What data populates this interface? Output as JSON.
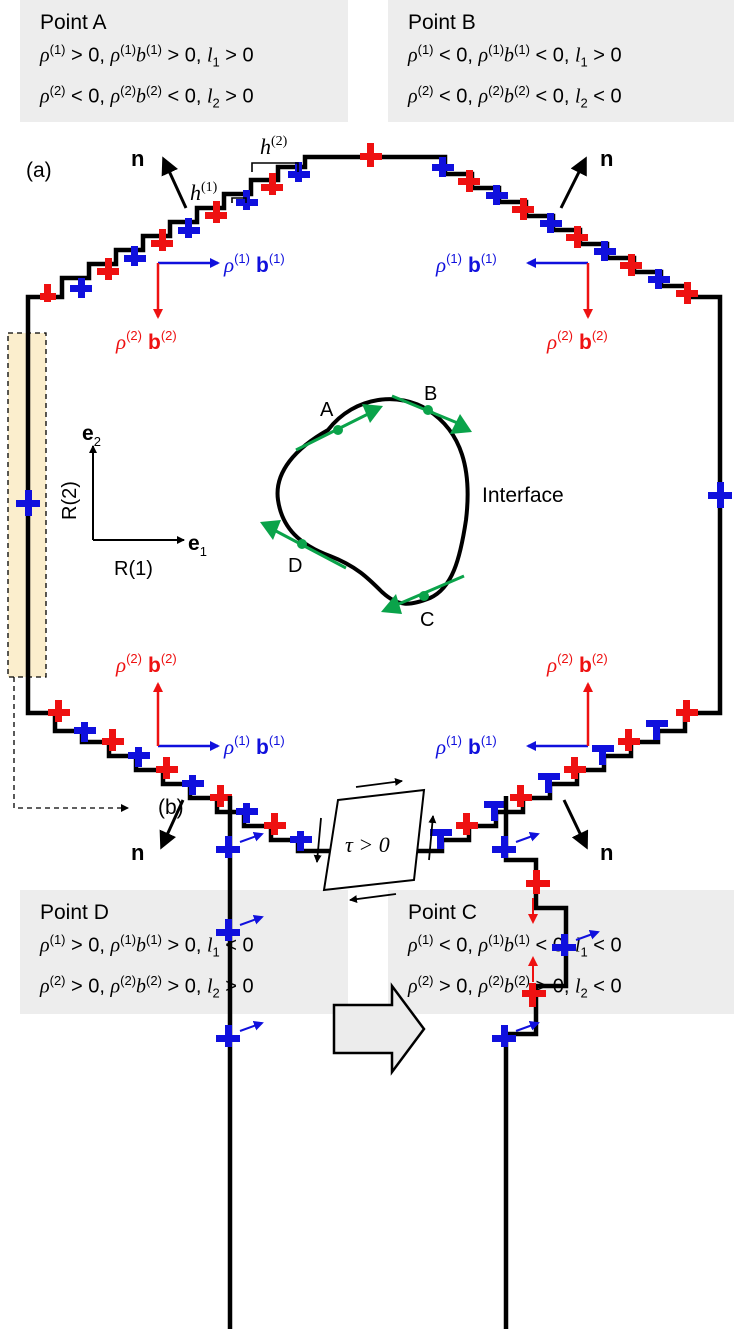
{
  "boxes": {
    "a": {
      "title": "Point A",
      "line1": [
        "ρ",
        "(1)",
        " > 0, ",
        "ρ",
        "(1)",
        "b",
        "(1)",
        " > 0, ",
        "l",
        "1",
        " > 0"
      ],
      "line2": [
        "ρ",
        "(2)",
        " < 0, ",
        "ρ",
        "(2)",
        "b",
        "(2)",
        " < 0, ",
        "l",
        "2",
        " > 0"
      ]
    },
    "b": {
      "title": "Point B",
      "line1": [
        "ρ",
        "(1)",
        " < 0, ",
        "ρ",
        "(1)",
        "b",
        "(1)",
        " < 0, ",
        "l",
        "1",
        " > 0"
      ],
      "line2": [
        "ρ",
        "(2)",
        " < 0, ",
        "ρ",
        "(2)",
        "b",
        "(2)",
        " < 0, ",
        "l",
        "2",
        " < 0"
      ]
    },
    "d": {
      "title": "Point D",
      "line1": [
        "ρ",
        "(1)",
        " > 0, ",
        "ρ",
        "(1)",
        "b",
        "(1)",
        " > 0, ",
        "l",
        "1",
        " < 0"
      ],
      "line2": [
        "ρ",
        "(2)",
        " > 0, ",
        "ρ",
        "(2)",
        "b",
        "(2)",
        " > 0, ",
        "l",
        "2",
        " > 0"
      ]
    },
    "c": {
      "title": "Point C",
      "line1": [
        "ρ",
        "(1)",
        " < 0, ",
        "ρ",
        "(1)",
        "b",
        "(1)",
        " < 0, ",
        "l",
        "1",
        " < 0"
      ],
      "line2": [
        "ρ",
        "(2)",
        " > 0, ",
        "ρ",
        "(2)",
        "b",
        "(2)",
        " > 0, ",
        "l",
        "2",
        " < 0"
      ]
    }
  },
  "labels": {
    "panel_a": "(a)",
    "panel_b": "(b)",
    "normal": "n",
    "h1": "h",
    "h1_sup": "(1)",
    "h2": "h",
    "h2_sup": "(2)",
    "rho": "ρ",
    "sup1": "(1)",
    "sup2": "(2)",
    "b": "b",
    "e1": "e",
    "e1_sub": "1",
    "e2": "e",
    "e2_sub": "2",
    "r1": "R(1)",
    "r2": "R(2)",
    "point_a": "A",
    "point_b": "B",
    "point_c": "C",
    "point_d": "D",
    "interface": "Interface",
    "tau": "τ > 0"
  },
  "colors": {
    "blue": "#1010dd",
    "red": "#ee1111",
    "green": "#0aa34a",
    "box_bg": "#ededed",
    "highlight": "#fbeecd",
    "arrow_fill": "#ececec"
  }
}
